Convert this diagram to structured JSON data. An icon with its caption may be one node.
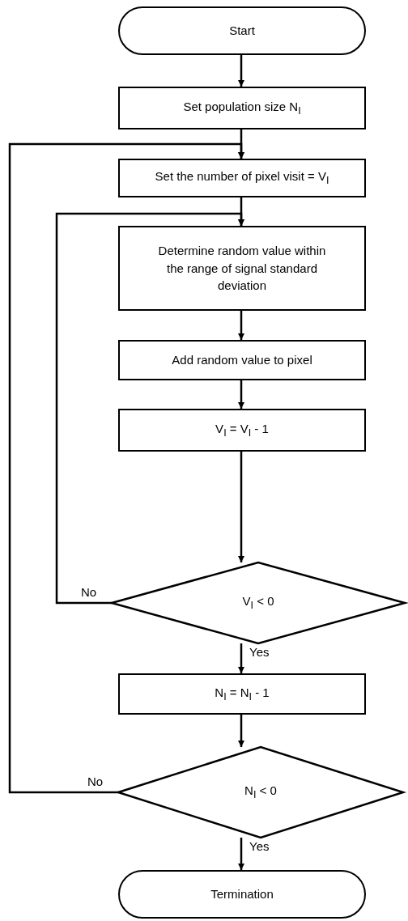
{
  "diagram": {
    "nodes": [
      {
        "text": [
          "Start"
        ]
      },
      {
        "text": [
          "Set population size N$_{I}$"
        ]
      },
      {
        "text": [
          "Set the number of pixel visit = V$_{I}$"
        ]
      },
      {
        "text": [
          "Determine random value within the range of signal standard deviation"
        ]
      },
      {
        "text": [
          "Add random value to pixel"
        ]
      },
      {
        "text": [
          "V$_{I}$ = V$_{I}$ - 1"
        ]
      },
      {
        "text": [
          "V$_{I}$ < 0"
        ]
      },
      {
        "text": [
          "N$_{I}$ = N$_{I}$ - 1"
        ]
      },
      {
        "text": [
          "N$_{I}$ < 0"
        ]
      },
      {
        "text": [
          "Termination"
        ]
      }
    ],
    "edges": [
      {
        "from": 0,
        "to": 1,
        "arrow": "to"
      },
      {
        "from": 1,
        "to": 2,
        "arrow": "to"
      },
      {
        "from": 2,
        "to": 3,
        "arrow": "to"
      },
      {
        "from": 3,
        "to": 4,
        "arrow": "to"
      },
      {
        "from": 4,
        "to": 5,
        "arrow": "to"
      },
      {
        "from": 5,
        "to": 6,
        "arrow": "to"
      },
      {
        "from": 6,
        "to": 3,
        "arrow": "to",
        "label": "No"
      },
      {
        "from": 6,
        "to": 7,
        "arrow": "to",
        "label": "Yes"
      },
      {
        "from": 7,
        "to": 8,
        "arrow": "to"
      },
      {
        "from": 8,
        "to": 2,
        "arrow": "to",
        "label": "No"
      },
      {
        "from": 8,
        "to": 9,
        "arrow": "to",
        "label": "Yes"
      }
    ]
  }
}
